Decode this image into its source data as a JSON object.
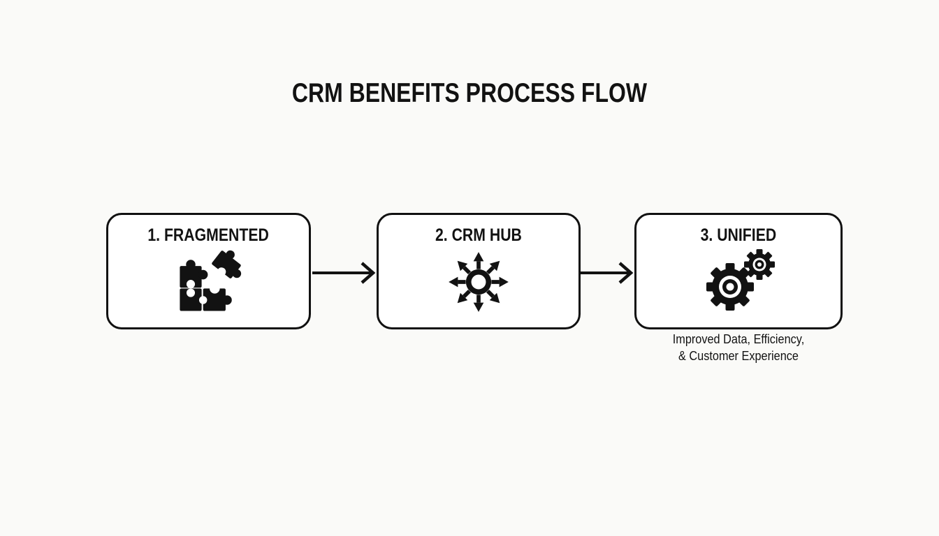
{
  "colors": {
    "background": "#fafaf8",
    "ink": "#121212",
    "box_background": "#ffffff",
    "border": "#111111"
  },
  "title": "CRM BENEFITS PROCESS FLOW",
  "flow": {
    "steps": [
      {
        "label": "1. FRAGMENTED",
        "icon": "puzzle-pieces-icon"
      },
      {
        "label": "2. CRM HUB",
        "icon": "hub-spokes-icon"
      },
      {
        "label": "3. UNIFIED",
        "icon": "gears-icon"
      }
    ],
    "result_caption": "Improved Data, Efficiency,\n& Customer Experience"
  }
}
